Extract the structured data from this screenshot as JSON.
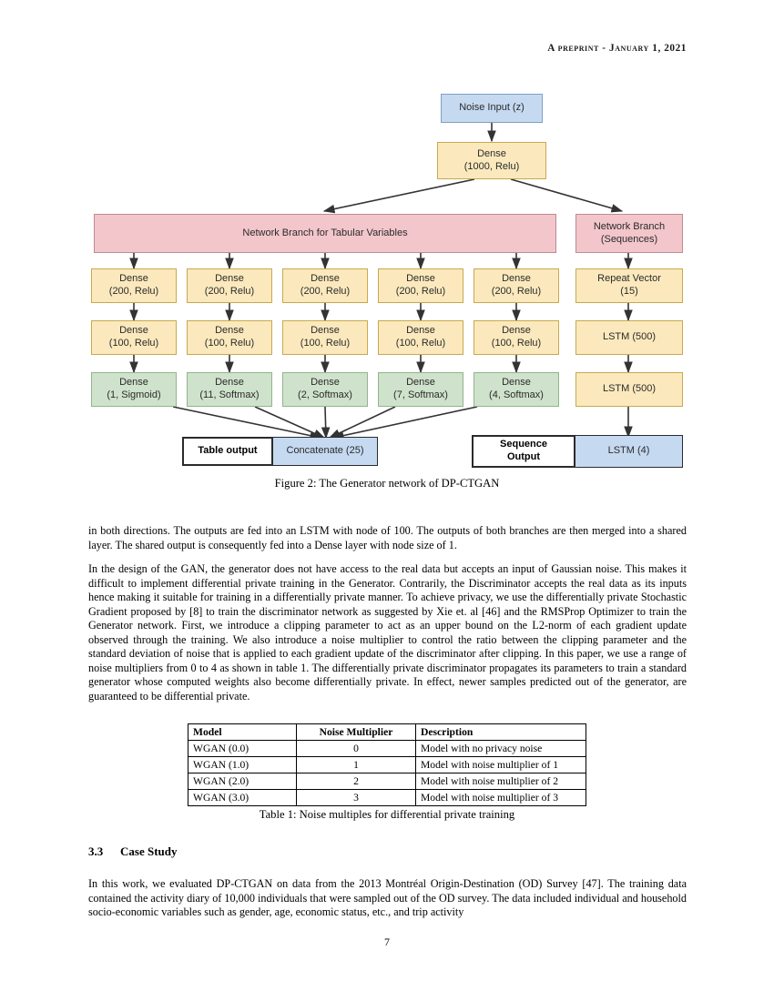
{
  "header": {
    "running_head": "A preprint - January 1, 2021"
  },
  "figure": {
    "caption": "Figure 2: The Generator network of DP-CTGAN",
    "nodes": {
      "noise_input": "Noise Input (z)",
      "dense_1000_l1": "Dense",
      "dense_1000_l2": "(1000, Relu)",
      "branch_tabular": "Network Branch for Tabular Variables",
      "branch_seq_l1": "Network Branch",
      "branch_seq_l2": "(Sequences)",
      "dense200_l1": "Dense",
      "dense200_l2": "(200, Relu)",
      "dense100_l1": "Dense",
      "dense100_l2": "(100, Relu)",
      "out_dense_l1": "Dense",
      "out_1_sigmoid": "(1, Sigmoid)",
      "out_11_softmax": "(11, Softmax)",
      "out_2_softmax": "(2, Softmax)",
      "out_7_softmax": "(7, Softmax)",
      "out_4_softmax": "(4, Softmax)",
      "repeat_vector_l1": "Repeat Vector",
      "repeat_vector_l2": "(15)",
      "lstm_500_a": "LSTM (500)",
      "lstm_500_b": "LSTM (500)",
      "lstm_4": "LSTM (4)",
      "table_output": "Table output",
      "concatenate": "Concatenate (25)",
      "sequence_output_l1": "Sequence",
      "sequence_output_l2": "Output"
    },
    "colors": {
      "blue": "#c5d9f1",
      "yellow": "#fbe9bd",
      "pink": "#f2c6ca",
      "green": "#cfe2cb",
      "white": "#ffffff",
      "arrow": "#333333"
    }
  },
  "body": {
    "p1": "in both directions. The outputs are fed into an LSTM with node of 100. The outputs of both branches are then merged into a shared layer. The shared output is consequently fed into a Dense layer with node size of 1.",
    "p2": "In the design of the GAN, the generator does not have access to the real data but accepts an input of Gaussian noise. This makes it difficult to implement differential private training in the Generator. Contrarily, the Discriminator accepts the real data as its inputs hence making it suitable for training in a differentially private manner. To achieve privacy, we use the differentially private Stochastic Gradient proposed by [8] to train the discriminator network as suggested by Xie et. al [46] and the RMSProp Optimizer to train the Generator network. First, we introduce a clipping parameter to act as an upper bound on the L2-norm of each gradient update observed through the training. We also introduce a noise multiplier to control the ratio between the clipping parameter and the standard deviation of noise that is applied to each gradient update of the discriminator after clipping. In this paper, we use a range of noise multipliers from 0 to 4 as shown in table 1. The differentially private discriminator propagates its parameters to train a standard generator whose computed weights also become differentially private. In effect, newer samples predicted out of the generator, are guaranteed to be differential private."
  },
  "table": {
    "caption": "Table 1: Noise multiples for differential private training",
    "columns": [
      "Model",
      "Noise Multiplier",
      "Description"
    ],
    "rows": [
      [
        "WGAN (0.0)",
        "0",
        "Model with no privacy noise"
      ],
      [
        "WGAN (1.0)",
        "1",
        "Model with noise multiplier of 1"
      ],
      [
        "WGAN (2.0)",
        "2",
        "Model with noise multiplier of 2"
      ],
      [
        "WGAN (3.0)",
        "3",
        "Model with noise multiplier of 3"
      ]
    ]
  },
  "section": {
    "number": "3.3",
    "title": "Case Study",
    "paragraph": "In this work, we evaluated DP-CTGAN on data from the 2013 Montréal Origin-Destination (OD) Survey [47]. The training data contained the activity diary of 10,000 individuals that were sampled out of the OD survey. The data included individual and household socio-economic variables such as gender, age, economic status, etc., and trip activity"
  },
  "footer": {
    "page_number": "7"
  }
}
